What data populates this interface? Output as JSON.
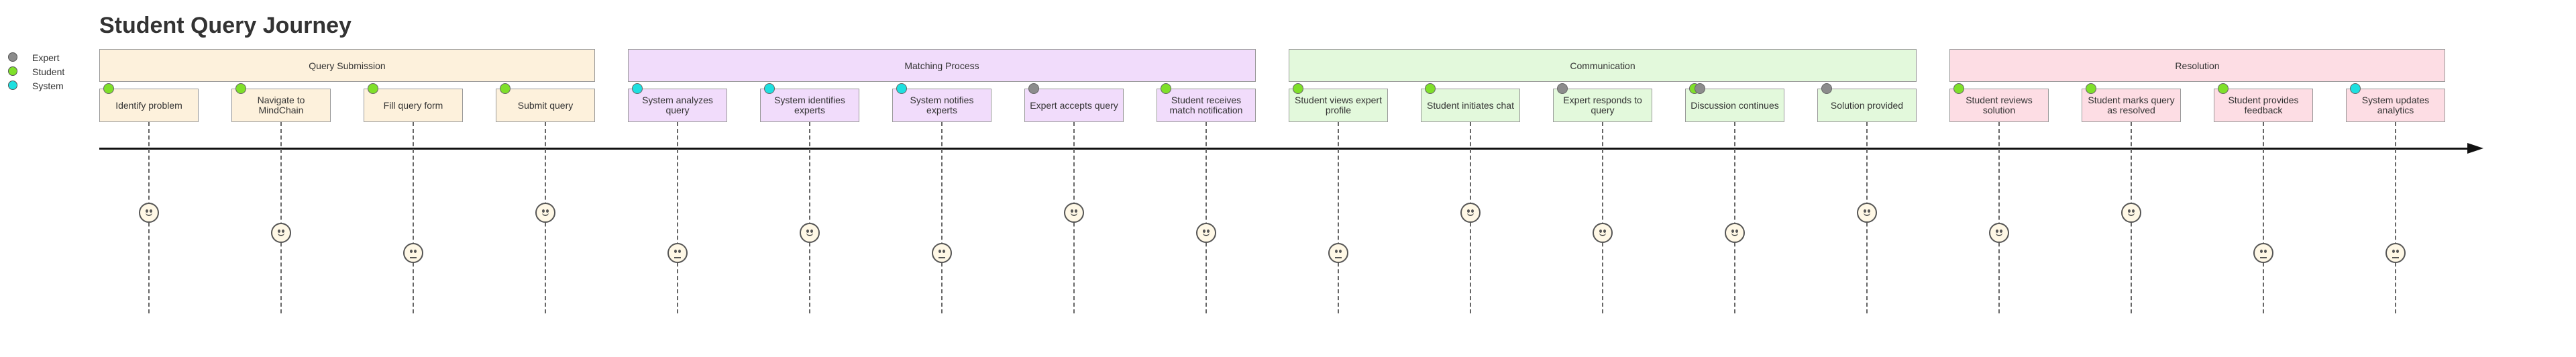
{
  "title": "Student Query Journey",
  "actors": [
    {
      "name": "Expert",
      "color": "#8c8c8c"
    },
    {
      "name": "Student",
      "color": "#7fe02a"
    },
    {
      "name": "System",
      "color": "#1ee0e0"
    }
  ],
  "sections": [
    {
      "label": "Query Submission",
      "color": "#fdf1dc",
      "tasks": [
        {
          "label": "Identify problem",
          "score": 5,
          "actors": [
            "Student"
          ]
        },
        {
          "label": "Navigate to MindChain",
          "score": 4,
          "actors": [
            "Student"
          ]
        },
        {
          "label": "Fill query form",
          "score": 3,
          "actors": [
            "Student"
          ]
        },
        {
          "label": "Submit query",
          "score": 5,
          "actors": [
            "Student"
          ]
        }
      ]
    },
    {
      "label": "Matching Process",
      "color": "#f1dcfb",
      "tasks": [
        {
          "label": "System analyzes query",
          "score": 3,
          "actors": [
            "System"
          ]
        },
        {
          "label": "System identifies experts",
          "score": 4,
          "actors": [
            "System"
          ]
        },
        {
          "label": "System notifies experts",
          "score": 3,
          "actors": [
            "System"
          ]
        },
        {
          "label": "Expert accepts query",
          "score": 5,
          "actors": [
            "Expert"
          ]
        },
        {
          "label": "Student receives match notification",
          "score": 4,
          "actors": [
            "Student"
          ]
        }
      ]
    },
    {
      "label": "Communication",
      "color": "#e3f9dc",
      "tasks": [
        {
          "label": "Student views expert profile",
          "score": 3,
          "actors": [
            "Student"
          ]
        },
        {
          "label": "Student initiates chat",
          "score": 5,
          "actors": [
            "Student"
          ]
        },
        {
          "label": "Expert responds to query",
          "score": 4,
          "actors": [
            "Expert"
          ]
        },
        {
          "label": "Discussion continues",
          "score": 4,
          "actors": [
            "Student",
            "Expert"
          ]
        },
        {
          "label": "Solution provided",
          "score": 5,
          "actors": [
            "Expert"
          ]
        }
      ]
    },
    {
      "label": "Resolution",
      "color": "#fddde4",
      "tasks": [
        {
          "label": "Student reviews solution",
          "score": 4,
          "actors": [
            "Student"
          ]
        },
        {
          "label": "Student marks query as resolved",
          "score": 5,
          "actors": [
            "Student"
          ]
        },
        {
          "label": "Student provides feedback",
          "score": 3,
          "actors": [
            "Student"
          ]
        },
        {
          "label": "System updates analytics",
          "score": 3,
          "actors": [
            "System"
          ]
        }
      ]
    }
  ]
}
